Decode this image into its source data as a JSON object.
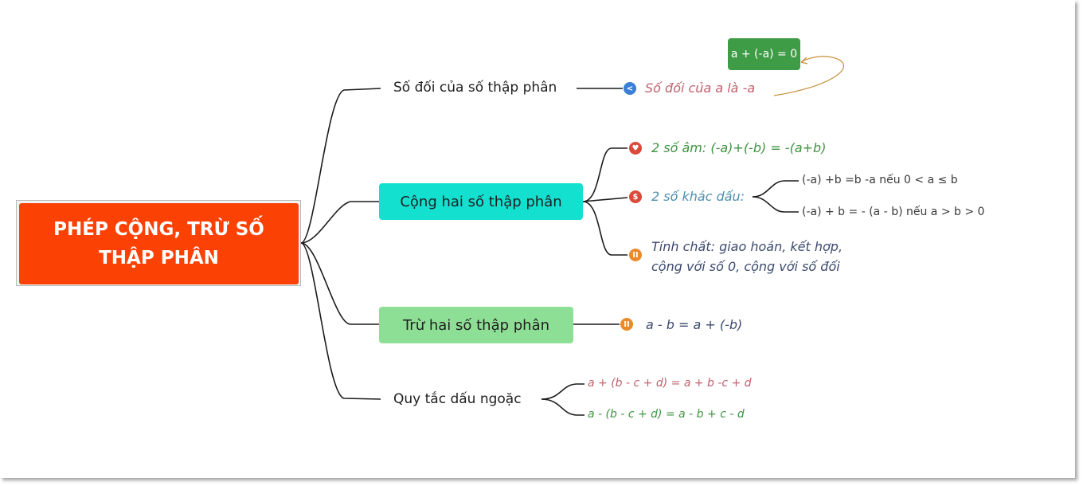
{
  "root": {
    "line1": "PHÉP CỘNG, TRỪ SỐ",
    "line2": "THẬP PHÂN"
  },
  "branches": {
    "opposite": {
      "label": "Số đối của số thập phân",
      "detail": "Số đối của a là -a",
      "callout": "a + (-a) = 0"
    },
    "addition": {
      "label": "Cộng hai số thập phân",
      "negative": "2 số âm: (-a)+(-b) = -(a+b)",
      "different_sign": "2 số khác dấu:",
      "case1": "(-a) +b =b -a nếu 0 < a ≤ b",
      "case2": "(-a) + b = - (a - b) nếu a > b > 0",
      "properties_line1": "Tính chất: giao hoán, kết hợp,",
      "properties_line2": "cộng với số 0, cộng với số đối"
    },
    "subtraction": {
      "label": "Trừ hai số thập phân",
      "rule": "a - b = a + (-b)"
    },
    "brackets": {
      "label": "Quy tắc dấu ngoặc",
      "rule1": "a + (b - c + d) = a + b -c + d",
      "rule2": "a - (b - c + d) = a - b + c - d"
    }
  },
  "icons": {
    "share": "share-icon",
    "heart": "heart-icon",
    "dollar": "dollar-icon",
    "pause1": "pause-icon",
    "pause2": "pause-icon"
  },
  "colors": {
    "root": "#fb4104",
    "addition_box": "#14e0d0",
    "subtraction_box": "#8edf96",
    "callout": "#3f9c46"
  }
}
